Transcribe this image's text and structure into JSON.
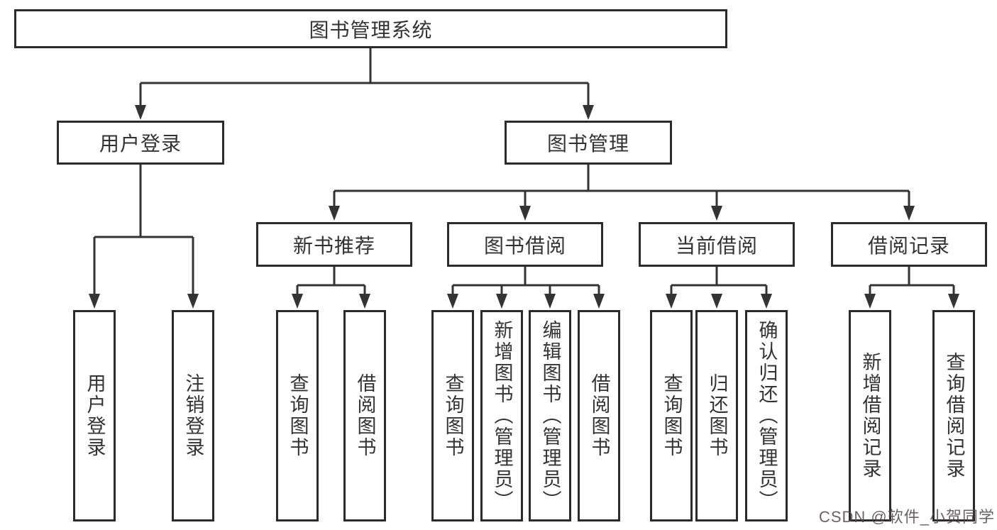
{
  "diagram": {
    "root": "图书管理系统",
    "user": {
      "label": "用户登录",
      "leaves": [
        "用户登录",
        "注销登录"
      ]
    },
    "management": {
      "label": "图书管理",
      "sections": [
        {
          "label": "新书推荐",
          "leaves": [
            "查询图书",
            "借阅图书"
          ]
        },
        {
          "label": "图书借阅",
          "leaves": [
            "查询图书",
            "新增图书（管理员）",
            "编辑图书（管理员）",
            "借阅图书"
          ]
        },
        {
          "label": "当前借阅",
          "leaves": [
            "查询图书",
            "归还图书",
            "确认归还（管理员）"
          ]
        },
        {
          "label": "借阅记录",
          "leaves": [
            "新增借阅记录",
            "查询借阅记录"
          ]
        }
      ]
    },
    "colors": {
      "line": "#333333",
      "box_border": "#2b2b2b",
      "text": "#333333",
      "background": "#ffffff"
    }
  },
  "watermark": {
    "text": "CSDN @软件_小贺同学",
    "color": "#514848"
  }
}
